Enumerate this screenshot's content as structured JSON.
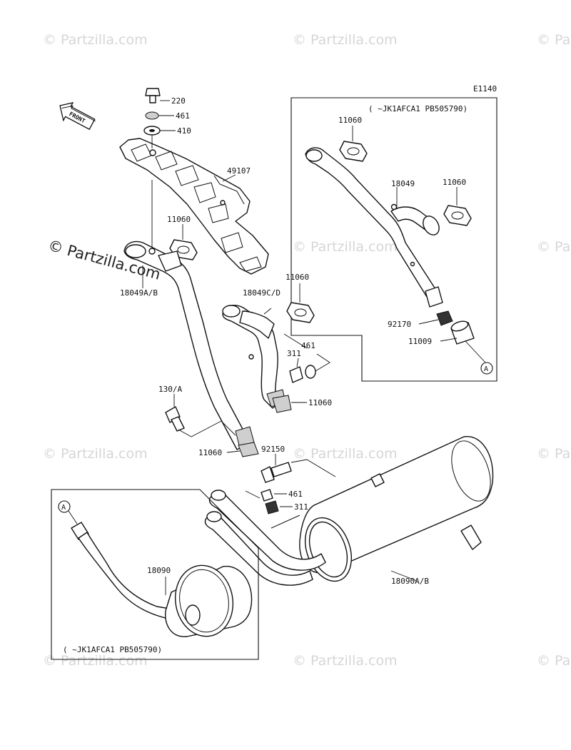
{
  "diagram_code": "E1140",
  "watermark": {
    "text": "© Partzilla.com",
    "brand": "Partzilla.com",
    "color_faint": "#d6d6d6",
    "color_main": "#222222"
  },
  "front_arrow_label": "FRONT",
  "inset_top": {
    "condition": "(   ~JK1AFCA1 PB505790)",
    "callout_marker": "A"
  },
  "inset_bottom": {
    "condition": "(   ~JK1AFCA1 PB505790)",
    "callout_marker": "A"
  },
  "part_labels": {
    "p220": "220",
    "p461_top": "461",
    "p410": "410",
    "p49107": "49107",
    "p11060_a": "11060",
    "p18049ab": "18049A/B",
    "p18049cd": "18049C/D",
    "p11060_b": "11060",
    "p461_mid": "461",
    "p311_mid": "311",
    "p11060_c": "11060",
    "p130a": "130/A",
    "p11060_d": "11060",
    "p92150": "92150",
    "p461_low": "461",
    "p311_low": "311",
    "p18090ab": "18090A/B",
    "p18090": "18090",
    "inset_11060_a": "11060",
    "inset_18049": "18049",
    "inset_11060_b": "11060",
    "inset_92170": "92170",
    "inset_11009": "11009"
  }
}
